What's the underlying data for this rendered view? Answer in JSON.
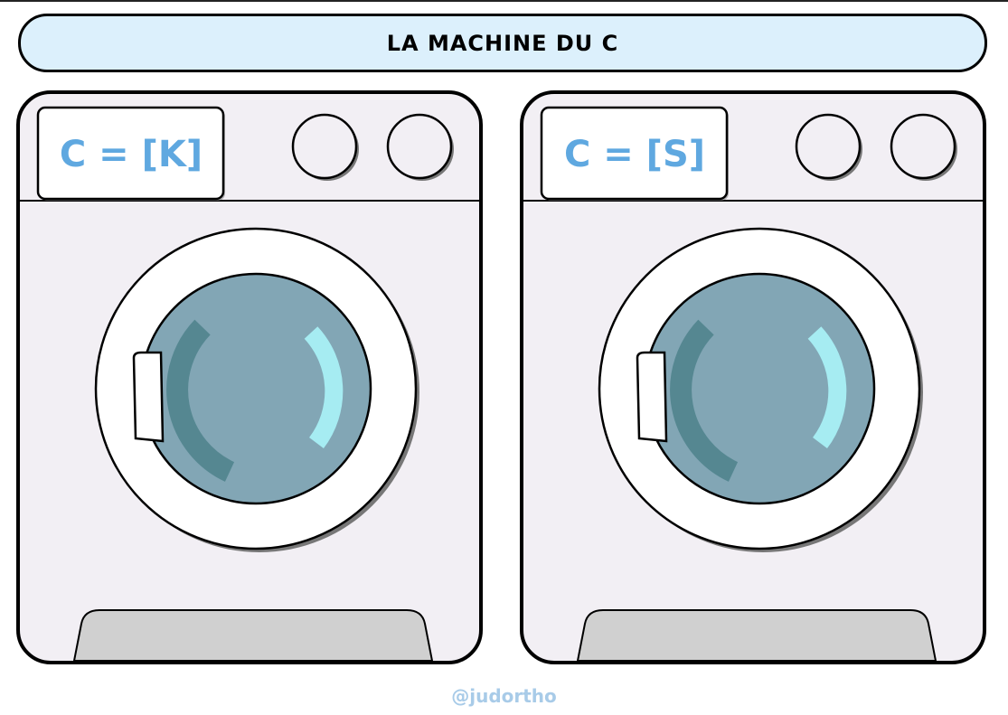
{
  "title": "LA MACHINE DU C",
  "machines": [
    {
      "label": "C = [K]"
    },
    {
      "label": "C = [S]"
    }
  ],
  "footer": "@judortho",
  "colors": {
    "banner": "#dcf0fc",
    "body": "#f2eff4",
    "glass": "#82a6b5",
    "dark_arc": "#558791",
    "light_arc": "#a6ecf2",
    "label": "#5fa8e0",
    "kick": "#d0d0d0"
  }
}
